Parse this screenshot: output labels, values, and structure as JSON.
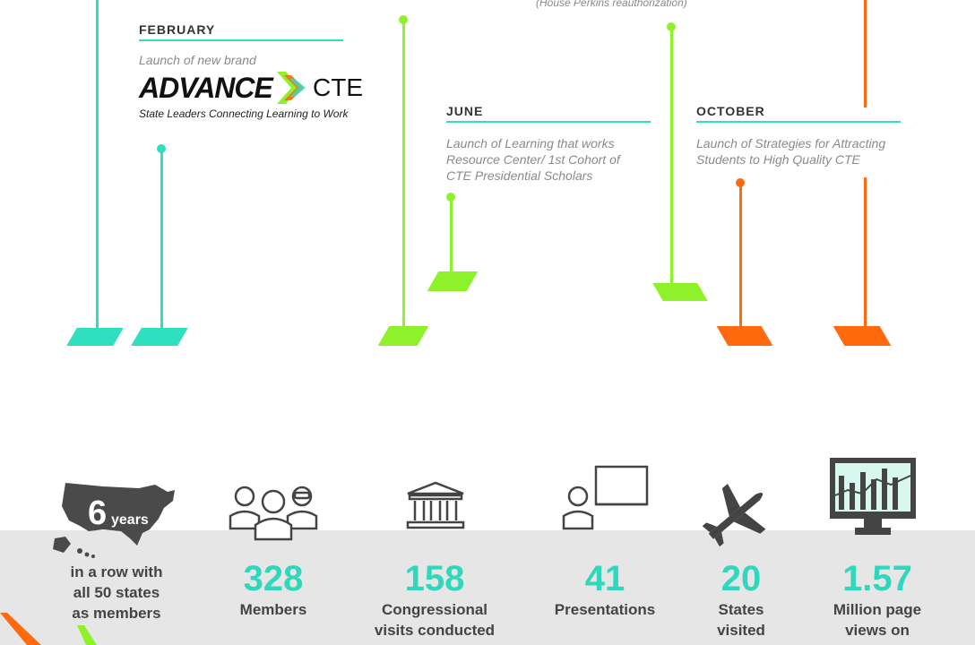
{
  "timeline": {
    "top_partial_text": "(House Perkins reauthorization)",
    "february": {
      "month": "FEBRUARY",
      "desc": "Launch of new brand",
      "logo": {
        "word1": "ADVANCE",
        "word2": "CTE",
        "tagline": "State Leaders Connecting Learning to Work"
      }
    },
    "june": {
      "month": "JUNE",
      "desc": [
        "Launch of Learning that works",
        "Resource Center/ 1st Cohort of",
        "CTE Presidential Scholars"
      ]
    },
    "october": {
      "month": "OCTOBER",
      "desc": [
        "Launch of Strategies for Attracting",
        "Students to High Quality CTE"
      ]
    }
  },
  "colors": {
    "teal": "#2fe0c0",
    "lime": "#8ef22a",
    "orange": "#ff6a0f"
  },
  "stats": [
    {
      "number": "",
      "label": [
        "in a row with",
        "all 50 states",
        "as members"
      ],
      "icon": "us-map-icon",
      "map_big": "6",
      "map_small": "years"
    },
    {
      "number": "328",
      "label": [
        "Members"
      ],
      "icon": "people-group-icon"
    },
    {
      "number": "158",
      "label": [
        "Congressional",
        "visits conducted"
      ],
      "icon": "capitol-building-icon"
    },
    {
      "number": "41",
      "label": [
        "Presentations"
      ],
      "icon": "presenter-icon"
    },
    {
      "number": "20",
      "label": [
        "States",
        "visited"
      ],
      "icon": "airplane-icon"
    },
    {
      "number": "1.57",
      "label": [
        "Million page",
        "views on"
      ],
      "icon": "monitor-chart-icon"
    }
  ]
}
